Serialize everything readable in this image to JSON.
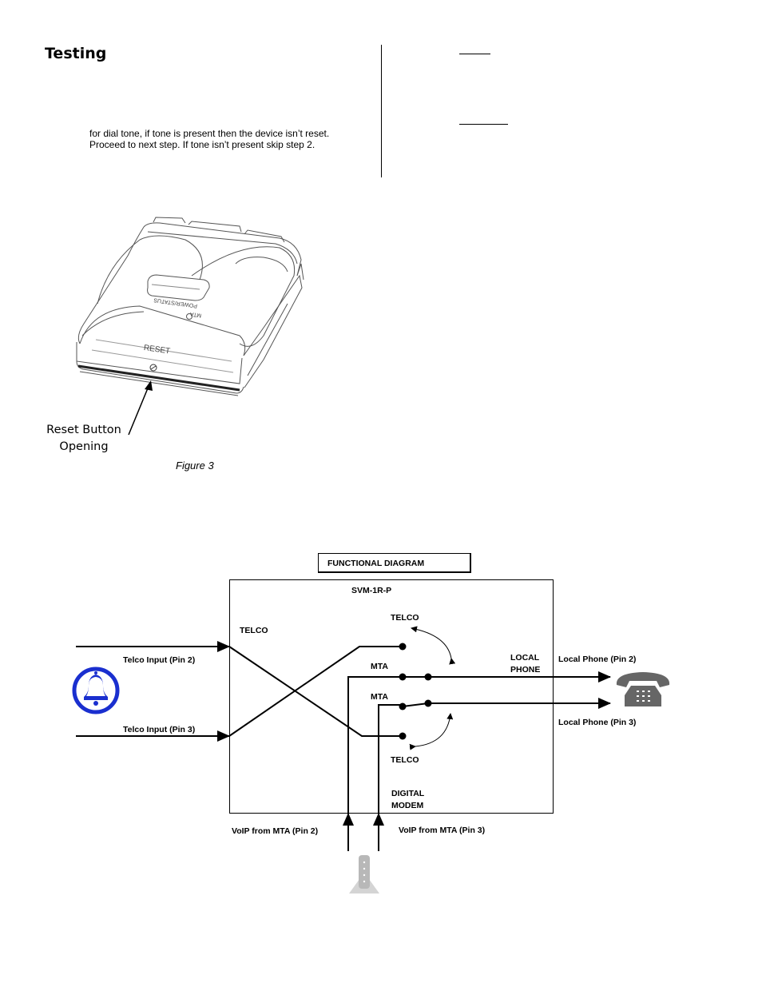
{
  "heading": "Testing",
  "paragraph": {
    "line1": "for dial tone, if tone is present then the device isn’t reset.",
    "line2": "Proceed to next step. If tone isn’t present skip step 2."
  },
  "figure3": {
    "device_reset_text": "RESET",
    "device_status_text": "POWER/STATUS",
    "device_mta_text": "MTA",
    "callout_line1": "Reset Button",
    "callout_line2": "Opening",
    "caption": "Figure 3"
  },
  "diagram": {
    "title": "FUNCTIONAL DIAGRAM",
    "device_name": "SVM-1R-P",
    "telco_left": "TELCO",
    "telco_top": "TELCO",
    "telco_bottom": "TELCO",
    "mta_top": "MTA",
    "mta_bottom": "MTA",
    "local_phone_line1": "LOCAL",
    "local_phone_line2": "PHONE",
    "digital_modem_line1": "DIGITAL",
    "digital_modem_line2": "MODEM",
    "telco_input_pin2": "Telco Input (Pin 2)",
    "telco_input_pin3": "Telco Input (Pin 3)",
    "local_phone_pin2": "Local Phone (Pin 2)",
    "local_phone_pin3": "Local Phone (Pin 3)",
    "voip_pin2": "VoIP from MTA (Pin 2)",
    "voip_pin3": "VoIP from MTA (Pin 3)",
    "icons": [
      "bell-icon",
      "telephone-icon",
      "modem-icon"
    ],
    "colors": {
      "bell": "#1a2fcf",
      "phone": "#666666",
      "modem": "#b8b8b8"
    }
  }
}
